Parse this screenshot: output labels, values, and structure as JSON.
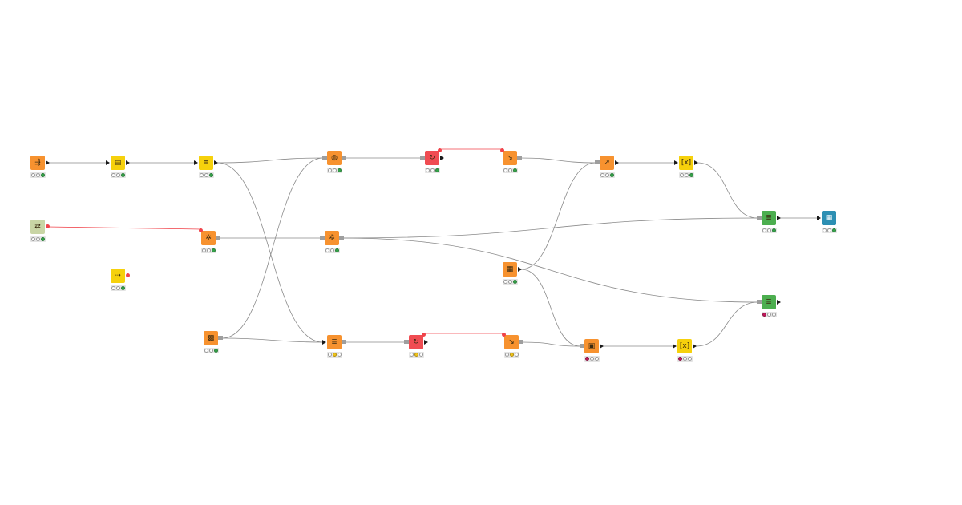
{
  "canvas": {
    "background": "#ffffff"
  },
  "colors": {
    "source": "#f7922f",
    "manipulator": "#f6d10c",
    "flow": "#f04c52",
    "learner": "#4cae4f",
    "view": "#2d8fb3",
    "utility": "#c9d5a5",
    "connection": "#8a8a8a",
    "flow_variable_connection": "#f0434a"
  },
  "nodes": [
    {
      "id": "n1",
      "name": "reader-node",
      "kind": "source",
      "icon": "file-reader-icon",
      "glyph": "⇶",
      "status": [
        "empty",
        "empty",
        "green"
      ]
    },
    {
      "id": "n2",
      "name": "column-filter-node",
      "kind": "manipulator",
      "icon": "column-filter-icon",
      "glyph": "▤",
      "status": [
        "empty",
        "empty",
        "green"
      ]
    },
    {
      "id": "n3",
      "name": "normalizer-node",
      "kind": "manipulator",
      "icon": "normalizer-icon",
      "glyph": "≡",
      "status": [
        "empty",
        "empty",
        "green"
      ]
    },
    {
      "id": "n4",
      "name": "partitioning-node",
      "kind": "source",
      "icon": "partitioning-icon",
      "glyph": "◍",
      "status": [
        "empty",
        "empty",
        "green"
      ]
    },
    {
      "id": "n5",
      "name": "loop-start-node",
      "kind": "flow",
      "icon": "loop-start-icon",
      "glyph": "↻",
      "status": [
        "empty",
        "empty",
        "green"
      ]
    },
    {
      "id": "n6",
      "name": "loop-end-node",
      "kind": "source",
      "icon": "loop-end-icon",
      "glyph": "↘",
      "status": [
        "empty",
        "empty",
        "green"
      ]
    },
    {
      "id": "n7",
      "name": "predictor-node",
      "kind": "source",
      "icon": "predictor-icon",
      "glyph": "↗",
      "status": [
        "empty",
        "empty",
        "green"
      ]
    },
    {
      "id": "n8",
      "name": "scorer-node",
      "kind": "manipulator",
      "icon": "scorer-icon",
      "glyph": "[x]",
      "status": [
        "empty",
        "empty",
        "green"
      ]
    },
    {
      "id": "n9",
      "name": "learner-node-top",
      "kind": "learner",
      "icon": "learner-icon",
      "glyph": "≣",
      "status": [
        "empty",
        "empty",
        "green"
      ]
    },
    {
      "id": "n10",
      "name": "table-view-node",
      "kind": "view",
      "icon": "table-view-icon",
      "glyph": "▦",
      "status": [
        "empty",
        "empty",
        "green"
      ]
    },
    {
      "id": "n11",
      "name": "variable-creator-node",
      "kind": "utility",
      "icon": "variable-creator-icon",
      "glyph": "⇄",
      "status": [
        "empty",
        "empty",
        "green"
      ]
    },
    {
      "id": "n12",
      "name": "model-reader-node",
      "kind": "source",
      "icon": "model-reader-icon",
      "glyph": "✲",
      "status": [
        "empty",
        "empty",
        "green"
      ]
    },
    {
      "id": "n13",
      "name": "model-writer-node",
      "kind": "source",
      "icon": "model-writer-icon",
      "glyph": "✲",
      "status": [
        "empty",
        "empty",
        "green"
      ]
    },
    {
      "id": "n14",
      "name": "flow-variable-node",
      "kind": "manipulator",
      "icon": "flow-variable-icon",
      "glyph": "⇢",
      "status": [
        "empty",
        "empty",
        "green"
      ]
    },
    {
      "id": "n15",
      "name": "table-creator-node",
      "kind": "source",
      "icon": "table-creator-icon",
      "glyph": "▦",
      "status": [
        "empty",
        "empty",
        "green"
      ]
    },
    {
      "id": "n16",
      "name": "data-generator-node",
      "kind": "source",
      "icon": "data-generator-icon",
      "glyph": "▩",
      "status": [
        "empty",
        "empty",
        "green"
      ]
    },
    {
      "id": "n17",
      "name": "tree-learner-node",
      "kind": "source",
      "icon": "tree-learner-icon",
      "glyph": "≣",
      "status": [
        "empty",
        "yellow",
        "empty"
      ]
    },
    {
      "id": "n18",
      "name": "loop-start-node-2",
      "kind": "flow",
      "icon": "loop-start-icon",
      "glyph": "↻",
      "status": [
        "empty",
        "yellow",
        "empty"
      ]
    },
    {
      "id": "n19",
      "name": "loop-end-node-2",
      "kind": "source",
      "icon": "loop-end-icon",
      "glyph": "↘",
      "status": [
        "empty",
        "yellow",
        "empty"
      ]
    },
    {
      "id": "n20",
      "name": "image-writer-node",
      "kind": "source",
      "icon": "image-writer-icon",
      "glyph": "▣",
      "status": [
        "red",
        "empty",
        "empty"
      ]
    },
    {
      "id": "n21",
      "name": "scorer-node-2",
      "kind": "manipulator",
      "icon": "scorer-icon",
      "glyph": "[x]",
      "status": [
        "red",
        "empty",
        "empty"
      ]
    },
    {
      "id": "n22",
      "name": "learner-node-bottom",
      "kind": "learner",
      "icon": "learner-icon",
      "glyph": "≣",
      "status": [
        "red",
        "empty",
        "empty"
      ]
    }
  ]
}
